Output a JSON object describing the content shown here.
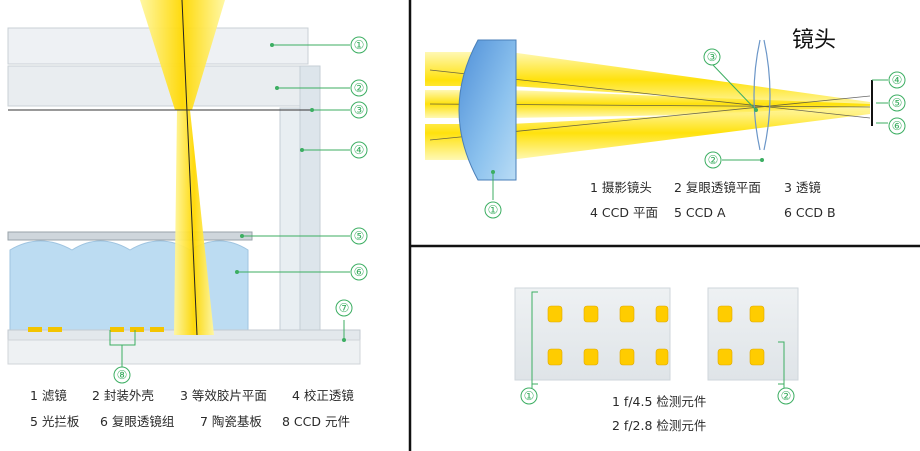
{
  "left_panel": {
    "callouts": [
      "①",
      "②",
      "③",
      "④",
      "⑤",
      "⑥",
      "⑦",
      "⑧"
    ],
    "legend_row1": [
      "1 滤镜",
      "2 封装外壳",
      "3 等效胶片平面",
      "4 校正透镜"
    ],
    "legend_row2": [
      "5 光拦板",
      "6 复眼透镜组",
      "7 陶瓷基板",
      "8 CCD 元件"
    ]
  },
  "top_right_panel": {
    "title": "镜头",
    "callouts": [
      "①",
      "②",
      "③",
      "④",
      "⑤",
      "⑥"
    ],
    "legend_row1": [
      "1 摄影镜头",
      "2 复眼透镜平面",
      "3 透镜"
    ],
    "legend_row2": [
      "4 CCD 平面",
      "5 CCD A",
      "6 CCD B"
    ]
  },
  "bottom_right_panel": {
    "callouts": [
      "①",
      "②"
    ],
    "legend": [
      "1 f/4.5 检测元件",
      "2 f/2.8 检测元件"
    ]
  },
  "colors": {
    "beam_yellow": "#ffe000",
    "callout_green": "#3cae62",
    "lens_blue": "#6aa8e0",
    "divider": "#111111"
  }
}
